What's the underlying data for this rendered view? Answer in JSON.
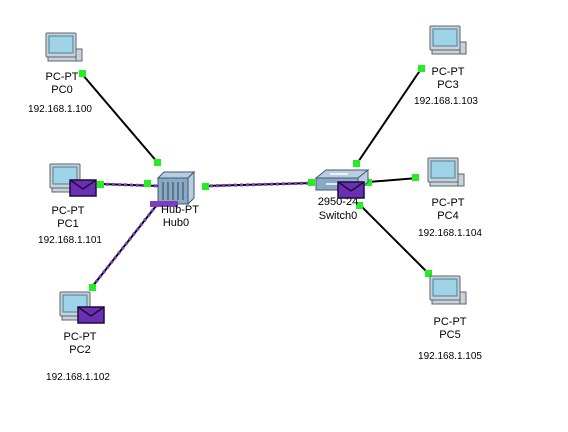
{
  "colors": {
    "link": "#000000",
    "port": "#22ee22",
    "traffic": "#7a3fbf",
    "envelope": "#6a2fb3",
    "pc_screen": "#9fd3e8",
    "pc_body": "#c9d2d9",
    "device_body": "#8aa9c4"
  },
  "devices": [
    {
      "id": "pc0",
      "icon": "pc-icon",
      "type": "PC-PT",
      "name": "PC0",
      "ip": "192.168.1.100"
    },
    {
      "id": "pc1",
      "icon": "pc-icon",
      "type": "PC-PT",
      "name": "PC1",
      "ip": "192.168.1.101"
    },
    {
      "id": "pc2",
      "icon": "pc-icon",
      "type": "PC-PT",
      "name": "PC2",
      "ip": "192.168.1.102"
    },
    {
      "id": "pc3",
      "icon": "pc-icon",
      "type": "PC-PT",
      "name": "PC3",
      "ip": "192.168.1.103"
    },
    {
      "id": "pc4",
      "icon": "pc-icon",
      "type": "PC-PT",
      "name": "PC4",
      "ip": "192.168.1.104"
    },
    {
      "id": "pc5",
      "icon": "pc-icon",
      "type": "PC-PT",
      "name": "PC5",
      "ip": "192.168.1.105"
    },
    {
      "id": "hub0",
      "icon": "hub-icon",
      "type": "Hub-PT",
      "name": "Hub0"
    },
    {
      "id": "switch0",
      "icon": "switch-icon",
      "type": "2950-24",
      "name": "Switch0"
    }
  ],
  "links": [
    {
      "from": "pc0",
      "to": "hub0",
      "traffic": false
    },
    {
      "from": "pc1",
      "to": "hub0",
      "traffic": true
    },
    {
      "from": "pc2",
      "to": "hub0",
      "traffic": true
    },
    {
      "from": "hub0",
      "to": "switch0",
      "traffic": true
    },
    {
      "from": "pc3",
      "to": "switch0",
      "traffic": false
    },
    {
      "from": "pc4",
      "to": "switch0",
      "traffic": false
    },
    {
      "from": "pc5",
      "to": "switch0",
      "traffic": false
    }
  ],
  "packets": [
    {
      "at": "pc1",
      "icon": "envelope-icon"
    },
    {
      "at": "pc2",
      "icon": "envelope-icon"
    },
    {
      "at": "switch0",
      "icon": "envelope-icon"
    }
  ]
}
